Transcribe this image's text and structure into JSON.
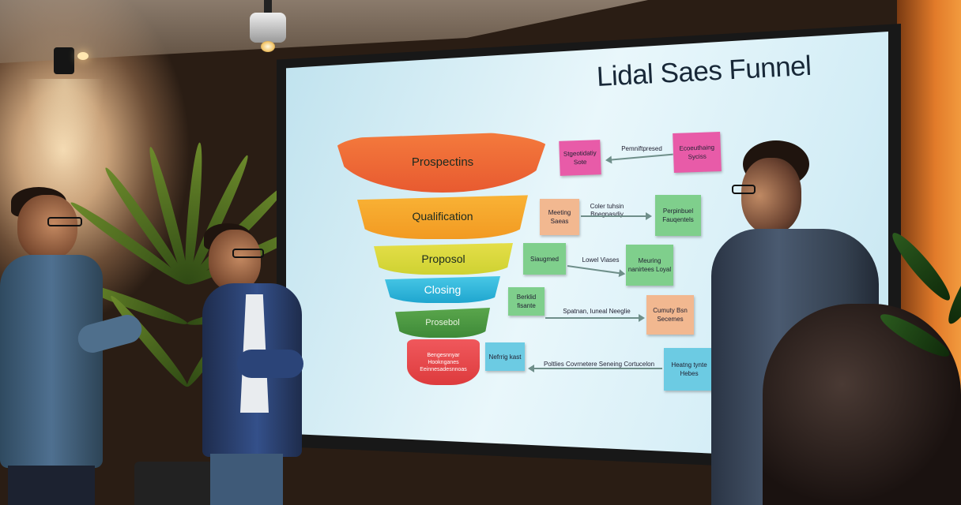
{
  "slide": {
    "title": "Lidal Saes Funnel"
  },
  "funnel": {
    "stages": [
      "Prospectins",
      "Qualification",
      "Proposol",
      "Closing",
      "Prosebol"
    ],
    "bottom_text": [
      "Bengesnnyar",
      "Hooknganes",
      "Eeinnesadesnnoas"
    ]
  },
  "notes": {
    "n1": "Stgeotidatiy Sote",
    "n2": "Ecoeuthaing Syciss",
    "n3": "Meeting Saeas",
    "n4": "Perpinbuel Fauqentels",
    "n5": "Siaugmed",
    "n6": "Meuring nanirtees Loyal",
    "n7": "Berklid fisante",
    "n8": "Cumuty Bsn Secemes",
    "n9": "Nefrrig kast",
    "n10": "Heatng tynte Hebes"
  },
  "labels": {
    "l1": "Pemniftpresed",
    "l2": "Coler tuhsin Bnegnasdiy",
    "l3": "Lowel Viases",
    "l4": "Spatnan, Iuneal Neeglie",
    "l5": "Poltlies Covrnetere Seneing Cortucelon"
  }
}
